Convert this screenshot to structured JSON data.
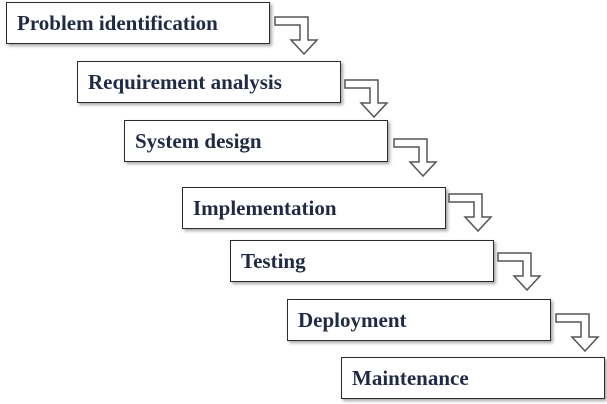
{
  "diagram": {
    "stages": [
      {
        "label": "Problem identification"
      },
      {
        "label": "Requirement analysis"
      },
      {
        "label": "System design"
      },
      {
        "label": "Implementation"
      },
      {
        "label": "Testing"
      },
      {
        "label": "Deployment"
      },
      {
        "label": "Maintenance"
      }
    ],
    "connector_icon": "bent-down-arrow",
    "colors": {
      "text": "#1f2a44",
      "border": "#2b2b2b",
      "arrow_stroke": "#555555"
    }
  }
}
